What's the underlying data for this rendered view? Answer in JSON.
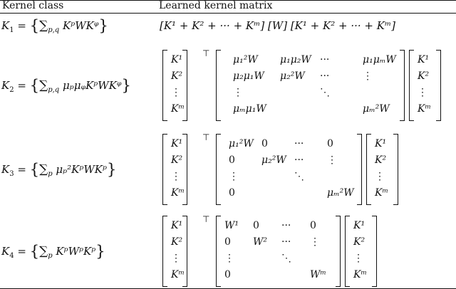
{
  "header": {
    "col1": "Kernel class",
    "col2": "Learned kernel matrix"
  },
  "rows": [
    {
      "label_prefix": "K",
      "label_index": "1",
      "sum_sub": "p,q",
      "expr": "KᵖWKᵠ",
      "matrix": "[K¹ + K² + ··· + Kᵐ] [W] [K¹ + K² + ··· + Kᵐ]"
    },
    {
      "label_prefix": "K",
      "label_index": "2",
      "sum_sub": "p,q",
      "expr": "μₚμᵩKᵖWKᵠ",
      "mid": [
        [
          "μ₁²W",
          "μ₁μ₂W",
          "···",
          "μ₁μₘW"
        ],
        [
          "μ₂μ₁W",
          "μ₂²W",
          "···",
          "⋮"
        ],
        [
          "⋮",
          "",
          "⋱",
          ""
        ],
        [
          "μₘμ₁W",
          "",
          "",
          "μₘ²W"
        ]
      ]
    },
    {
      "label_prefix": "K",
      "label_index": "3",
      "sum_sub": "p",
      "expr": "μₚ²KᵖWKᵖ",
      "mid": [
        [
          "μ₁²W",
          "0",
          "···",
          "0"
        ],
        [
          "0",
          "μ₂²W",
          "···",
          "⋮"
        ],
        [
          "⋮",
          "",
          "⋱",
          ""
        ],
        [
          "0",
          "",
          "",
          "μₘ²W"
        ]
      ]
    },
    {
      "label_prefix": "K",
      "label_index": "4",
      "sum_sub": "p",
      "expr": "KᵖWᵖKᵖ",
      "mid": [
        [
          "W¹",
          "0",
          "···",
          "0"
        ],
        [
          "0",
          "W²",
          "···",
          "⋮"
        ],
        [
          "⋮",
          "",
          "⋱",
          ""
        ],
        [
          "0",
          "",
          "",
          "Wᵐ"
        ]
      ]
    }
  ],
  "kvec": [
    "K¹",
    "K²",
    "⋮",
    "Kᵐ"
  ],
  "transpose": "⊤"
}
